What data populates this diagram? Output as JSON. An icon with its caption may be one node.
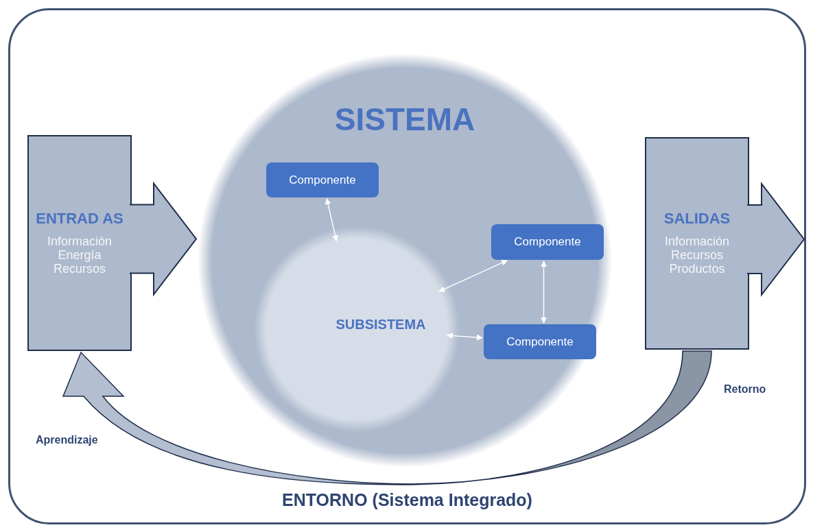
{
  "diagram": {
    "nodes": [
      {
        "text": [
          "ENTORNO (Sistema Integrado)"
        ]
      },
      {
        "text": [
          "ENTRAD AS",
          "Información Energía Recursos"
        ],
        "in": 0
      },
      {
        "text": [
          "SISTEMA"
        ],
        "in": 0
      },
      {
        "text": [
          "SUBSISTEMA"
        ],
        "in": 2
      },
      {
        "text": [
          "Componente"
        ],
        "in": 2
      },
      {
        "text": [
          "Componente"
        ],
        "in": 2
      },
      {
        "text": [
          "Componente"
        ],
        "in": 2
      },
      {
        "text": [
          "SALIDAS",
          "Información Recursos Productos"
        ],
        "in": 0
      }
    ],
    "edges": [
      {
        "from": 1,
        "to": 2,
        "arrow": "to",
        "style": "thick"
      },
      {
        "from": 4,
        "to": 3,
        "arrow": "both"
      },
      {
        "from": 5,
        "to": 3,
        "arrow": "both"
      },
      {
        "from": 5,
        "to": 6,
        "arrow": "both"
      },
      {
        "from": 6,
        "to": 3,
        "arrow": "both"
      },
      {
        "from": 7,
        "to": null,
        "arrow": "to",
        "style": "thick"
      },
      {
        "from": 7,
        "to": 1,
        "arrow": "to",
        "style": "thick"
      }
    ],
    "labels": [
      "Retorno",
      "Aprendizaje"
    ]
  }
}
